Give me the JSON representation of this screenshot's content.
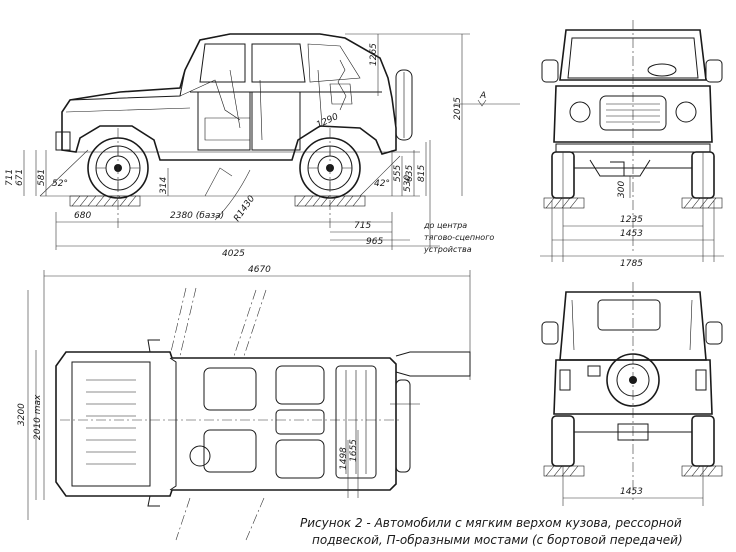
{
  "views": {
    "side": {
      "dims": {
        "overhang_front": "680",
        "wheelbase": "2380 (база)",
        "overall_rear": "4025",
        "height_total": "2015",
        "height_roof": "1265",
        "body_width": "1290",
        "turn_radius": "R1430",
        "rear_700": "715",
        "tow_dist": "965",
        "tow_note_1": "до центра",
        "tow_note_2": "тягово-сцепного",
        "tow_note_3": "устройства",
        "front_h1": "711",
        "front_h2": "671",
        "front_h3": "581",
        "angle_front": "52°",
        "angle_rear": "42°",
        "ground_314": "314",
        "rear_h1": "530",
        "rear_h2": "555",
        "rear_h3": "635",
        "rear_h4": "815",
        "marker_a": "A"
      }
    },
    "front": {
      "dims": {
        "ground": "300",
        "track": "1235",
        "width_tires": "1453",
        "width_total": "1785"
      }
    },
    "top": {
      "dims": {
        "length": "4670",
        "width_3200": "3200",
        "width_2010": "2010 max",
        "rear_1498": "1498",
        "rear_1655": "1655"
      }
    },
    "rear": {
      "dims": {
        "track": "1453"
      }
    }
  },
  "caption": {
    "line1": "Рисунок 2 - Автомобили с мягким верхом кузова, рессорной",
    "line2": "подвеской, П-образными мостами (с бортовой передачей)"
  }
}
